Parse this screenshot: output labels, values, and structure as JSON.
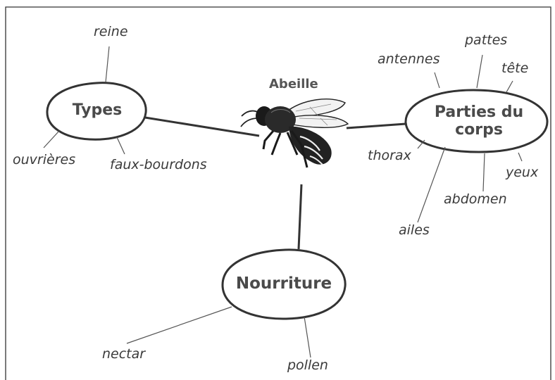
{
  "center": {
    "title": "Abeille"
  },
  "nodes": {
    "types": {
      "title": "Types",
      "children": [
        "reine",
        "ouvrières",
        "faux-bourdons"
      ]
    },
    "body": {
      "title_line1": "Parties du",
      "title_line2": "corps",
      "children": [
        "antennes",
        "pattes",
        "tête",
        "thorax",
        "yeux",
        "abdomen",
        "ailes"
      ]
    },
    "food": {
      "title": "Nourriture",
      "children": [
        "nectar",
        "pollen"
      ]
    }
  }
}
